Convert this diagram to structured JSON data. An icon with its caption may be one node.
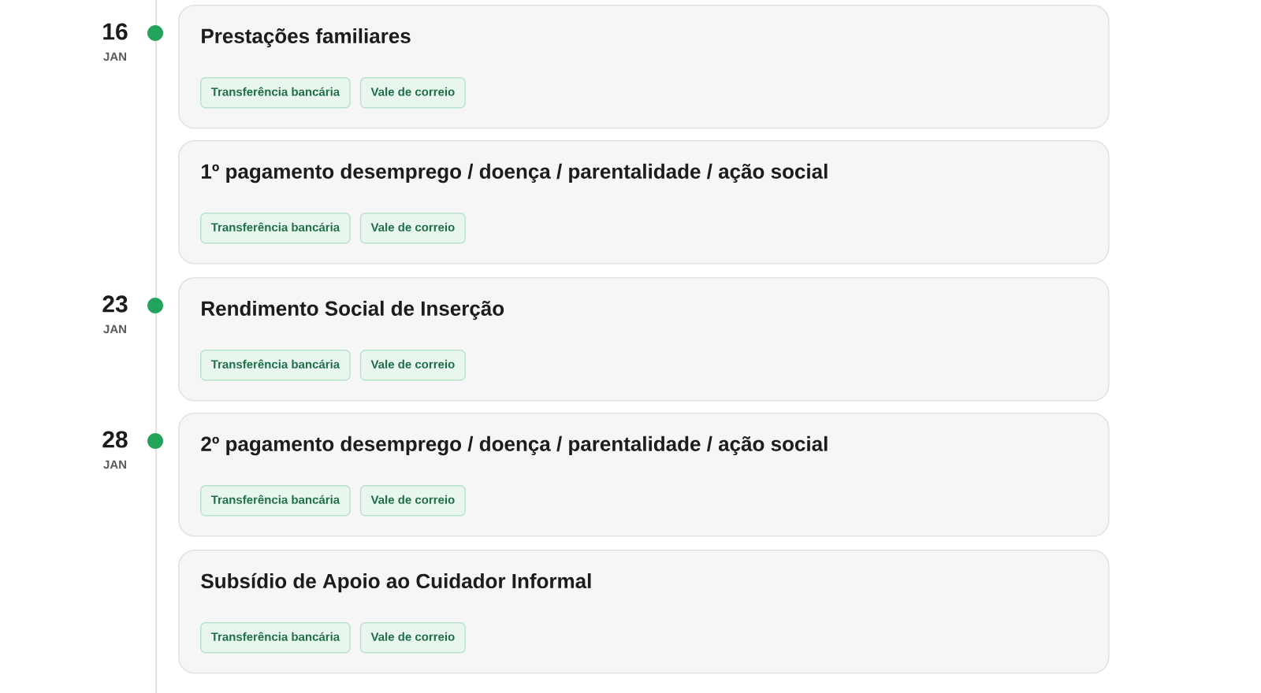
{
  "diagram": {
    "nodes": [
      {
        "text": [
          "Prestações familiares"
        ],
        "beside": [
          "16",
          "JAN"
        ]
      },
      {
        "text": [
          "Transferência bancária"
        ],
        "in": 0
      },
      {
        "text": [
          "Vale de correio"
        ],
        "in": 0
      },
      {
        "text": [
          "1º pagamento desemprego / doença / parentalidade / ação social"
        ]
      },
      {
        "text": [
          "Transferência bancária"
        ],
        "in": 3
      },
      {
        "text": [
          "Vale de correio"
        ],
        "in": 3
      },
      {
        "text": [
          "Rendimento Social de Inserção"
        ],
        "beside": [
          "23",
          "JAN"
        ]
      },
      {
        "text": [
          "Transferência bancária"
        ],
        "in": 6
      },
      {
        "text": [
          "Vale de correio"
        ],
        "in": 6
      },
      {
        "text": [
          "2º pagamento desemprego / doença / parentalidade / ação social"
        ],
        "beside": [
          "28",
          "JAN"
        ]
      },
      {
        "text": [
          "Transferência bancária"
        ],
        "in": 9
      },
      {
        "text": [
          "Vale de correio"
        ],
        "in": 9
      },
      {
        "text": [
          "Subsídio de Apoio ao Cuidador Informal"
        ]
      },
      {
        "text": [
          "Transferência bancária"
        ],
        "in": 12
      },
      {
        "text": [
          "Vale de correio"
        ],
        "in": 12
      }
    ]
  }
}
